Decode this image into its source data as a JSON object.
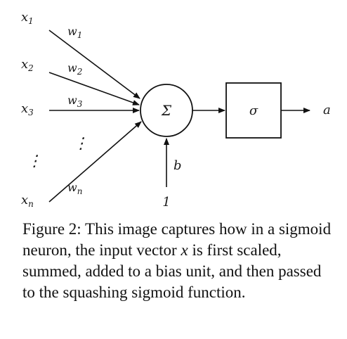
{
  "inputs": [
    {
      "var": "x",
      "sub": "1",
      "weight_var": "w",
      "weight_sub": "1"
    },
    {
      "var": "x",
      "sub": "2",
      "weight_var": "w",
      "weight_sub": "2"
    },
    {
      "var": "x",
      "sub": "3",
      "weight_var": "w",
      "weight_sub": "3"
    },
    {
      "var": "x",
      "sub": "n",
      "weight_var": "w",
      "weight_sub": "n"
    }
  ],
  "sum_symbol": "Σ",
  "activation_symbol": "σ",
  "output_label": "a",
  "bias_label": "b",
  "bias_input": "1",
  "vertical_ellipsis": "⋮",
  "caption": {
    "prefix": "Figure 2: This image captures how in a sigmoid neuron, the input vector ",
    "var": "x",
    "suffix": " is first scaled, summed, added to a bias unit, and then passed to the squashing sigmoid function."
  }
}
